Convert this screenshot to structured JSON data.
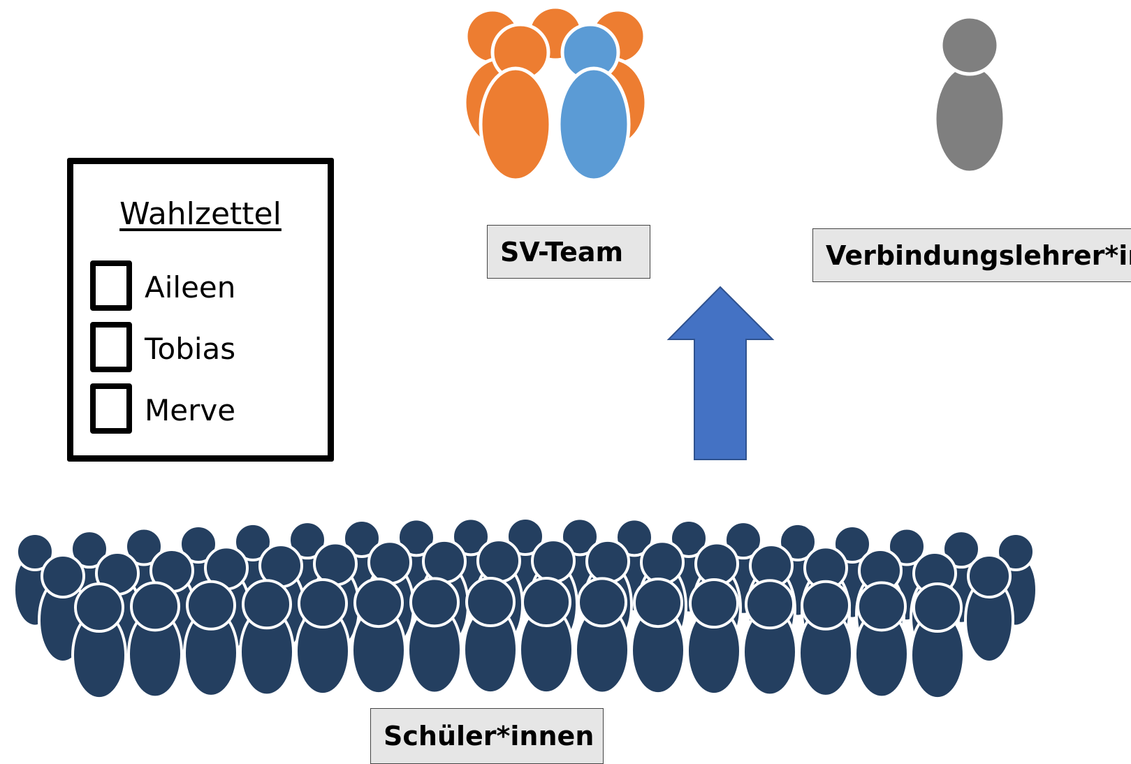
{
  "ballot": {
    "title": "Wahlzettel",
    "options": [
      "Aileen",
      "Tobias",
      "Merve"
    ]
  },
  "labels": {
    "sv_team": "SV-Team",
    "teacher": "Verbindungslehrer*in",
    "students": "Schüler*innen"
  },
  "colors": {
    "team_orange": "#ED7D31",
    "team_blue": "#5B9BD5",
    "teacher_gray": "#7F7F7F",
    "students_navy": "#243F60",
    "arrow_blue": "#4472C4",
    "label_bg": "#E6E6E6"
  },
  "icons": {
    "sv_team": "group-people-icon",
    "teacher": "person-icon",
    "students": "crowd-icon",
    "arrow": "arrow-up-icon"
  }
}
